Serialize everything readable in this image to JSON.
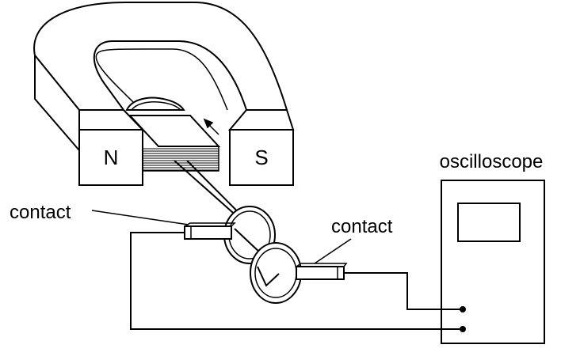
{
  "diagram": {
    "magnet": {
      "north_label": "N",
      "south_label": "S"
    },
    "oscilloscope": {
      "label": "oscilloscope"
    },
    "contacts": {
      "left_label": "contact",
      "right_label": "contact"
    }
  }
}
